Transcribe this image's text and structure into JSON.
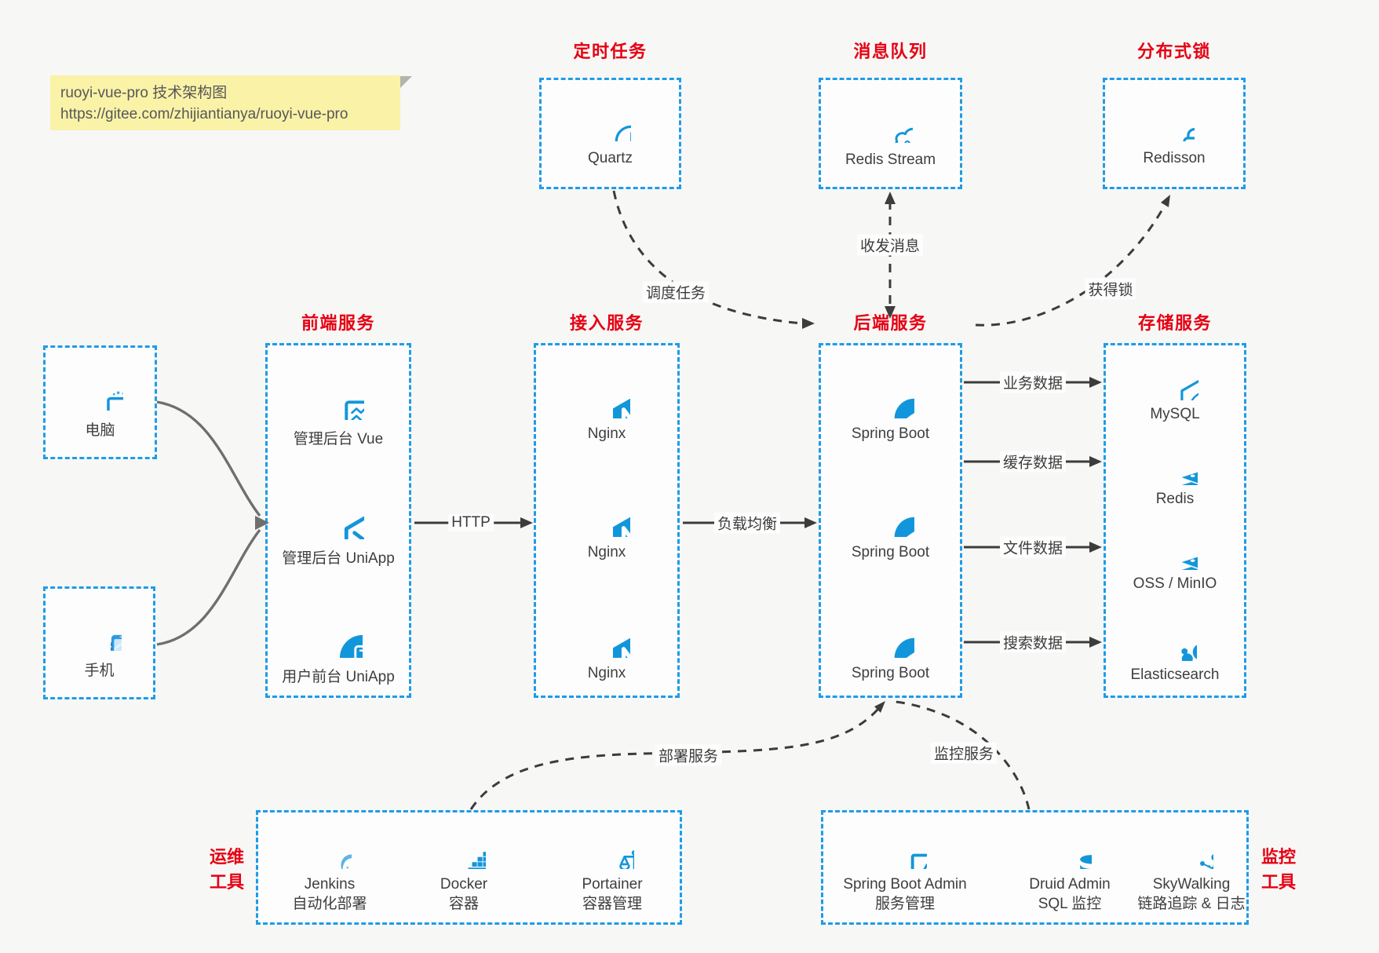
{
  "note": {
    "line1": "ruoyi-vue-pro 技术架构图",
    "line2": "https://gitee.com/zhijiantianya/ruoyi-vue-pro"
  },
  "top_groups": [
    {
      "title": "定时任务",
      "item": {
        "icon": "clock-icon",
        "label": "Quartz"
      }
    },
    {
      "title": "消息队列",
      "item": {
        "icon": "cloud-stream-icon",
        "label": "Redis Stream"
      }
    },
    {
      "title": "分布式锁",
      "item": {
        "icon": "lock-icon",
        "label": "Redisson"
      }
    }
  ],
  "clients": [
    {
      "icon": "desktop-icon",
      "label": "电脑"
    },
    {
      "icon": "smartphone-icon",
      "label": "手机"
    }
  ],
  "columns": [
    {
      "title": "前端服务",
      "items": [
        {
          "icon": "admin-vue-icon",
          "label": "管理后台 Vue"
        },
        {
          "icon": "uniapp-cube-icon",
          "label": "管理后台 UniApp"
        },
        {
          "icon": "phone-circle-icon",
          "label": "用户前台 UniApp"
        }
      ]
    },
    {
      "title": "接入服务",
      "items": [
        {
          "icon": "nginx-icon",
          "label": "Nginx"
        },
        {
          "icon": "nginx-icon",
          "label": "Nginx"
        },
        {
          "icon": "nginx-icon",
          "label": "Nginx"
        }
      ]
    },
    {
      "title": "后端服务",
      "items": [
        {
          "icon": "spring-boot-icon",
          "label": "Spring Boot"
        },
        {
          "icon": "spring-boot-icon",
          "label": "Spring Boot"
        },
        {
          "icon": "spring-boot-icon",
          "label": "Spring Boot"
        }
      ]
    },
    {
      "title": "存储服务",
      "items": [
        {
          "icon": "mysql-icon",
          "label": "MySQL"
        },
        {
          "icon": "redis-icon",
          "label": "Redis"
        },
        {
          "icon": "storage-stack-icon",
          "label": "OSS / MinIO"
        },
        {
          "icon": "elasticsearch-icon",
          "label": "Elasticsearch"
        }
      ]
    }
  ],
  "bottom_groups": [
    {
      "title_line1": "运维",
      "title_line2": "工具",
      "items": [
        {
          "icon": "jenkins-icon",
          "label": "Jenkins",
          "sub": "自动化部署"
        },
        {
          "icon": "docker-icon",
          "label": "Docker",
          "sub": "容器"
        },
        {
          "icon": "portainer-icon",
          "label": "Portainer",
          "sub": "容器管理"
        }
      ]
    },
    {
      "title_line1": "监控",
      "title_line2": "工具",
      "items": [
        {
          "icon": "monitor-chart-icon",
          "label": "Spring Boot Admin",
          "sub": "服务管理"
        },
        {
          "icon": "database-icon",
          "label": "Druid Admin",
          "sub": "SQL 监控"
        },
        {
          "icon": "topology-icon",
          "label": "SkyWalking",
          "sub": "链路追踪 & 日志"
        }
      ]
    }
  ],
  "edges": {
    "http": "HTTP",
    "load_balance": "负载均衡",
    "business_data": "业务数据",
    "cache_data": "缓存数据",
    "file_data": "文件数据",
    "search_data": "搜索数据",
    "schedule": "调度任务",
    "message": "收发消息",
    "lock": "获得锁",
    "deploy": "部署服务",
    "monitor": "监控服务"
  },
  "colors": {
    "accent_blue": "#1296db",
    "border_blue": "#1e9ce8",
    "title_red": "#e60012",
    "note_yellow": "#faf2a7",
    "arrow_dark": "#3c3c3c",
    "connector_gray": "#6f6f6f",
    "background": "#f7f7f6"
  }
}
